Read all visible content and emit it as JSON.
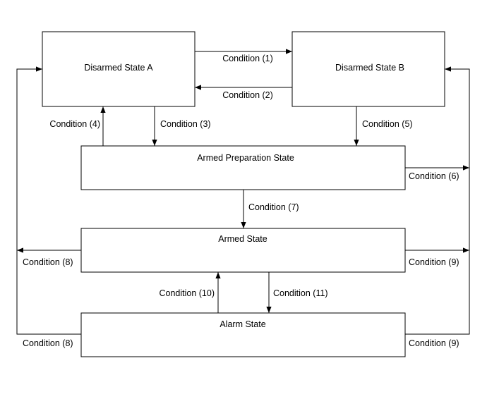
{
  "states": {
    "disarmed_a": "Disarmed State A",
    "disarmed_b": "Disarmed State B",
    "armed_preparation": "Armed Preparation State",
    "armed": "Armed State",
    "alarm": "Alarm State"
  },
  "transitions": {
    "c1": "Condition (1)",
    "c2": "Condition (2)",
    "c3": "Condition (3)",
    "c4": "Condition (4)",
    "c5": "Condition (5)",
    "c6": "Condition (6)",
    "c7": "Condition (7)",
    "c8_armed": "Condition (8)",
    "c8_alarm": "Condition (8)",
    "c9_armed": "Condition (9)",
    "c9_alarm": "Condition (9)",
    "c10": "Condition (10)",
    "c11": "Condition (11)"
  }
}
